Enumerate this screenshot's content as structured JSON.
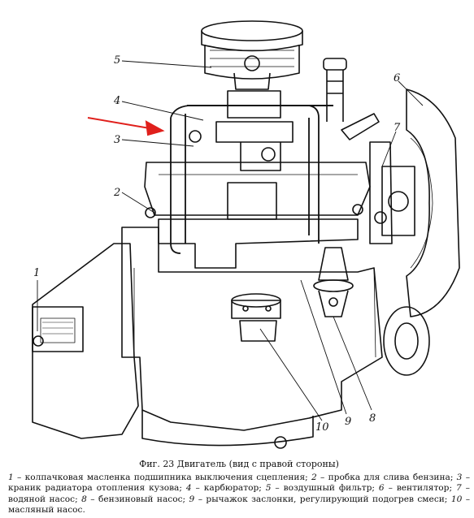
{
  "caption": {
    "title": "Фиг. 23 Двигатель (вид с правой стороны)",
    "items": [
      {
        "n": "1",
        "text": "колпачковая масленка подшипника выключения сцепления;"
      },
      {
        "n": "2",
        "text": "пробка для слива бензина;"
      },
      {
        "n": "3",
        "text": "краник радиатора отопления кузова;"
      },
      {
        "n": "4",
        "text": "карбюратор;"
      },
      {
        "n": "5",
        "text": "воздушный фильтр;"
      },
      {
        "n": "6",
        "text": "вентилятор;"
      },
      {
        "n": "7",
        "text": "водяной насос;"
      },
      {
        "n": "8",
        "text": "бензиновый насос;"
      },
      {
        "n": "9",
        "text": "рычажок заслонки, регулирующий подогрев смеси;"
      },
      {
        "n": "10",
        "text": "масляный насос."
      }
    ]
  },
  "callouts": [
    "5",
    "4",
    "3",
    "2",
    "1",
    "6",
    "7",
    "10",
    "9",
    "8"
  ],
  "colors": {
    "line": "#111111",
    "arrow": "#e0201c",
    "background": "#ffffff"
  }
}
